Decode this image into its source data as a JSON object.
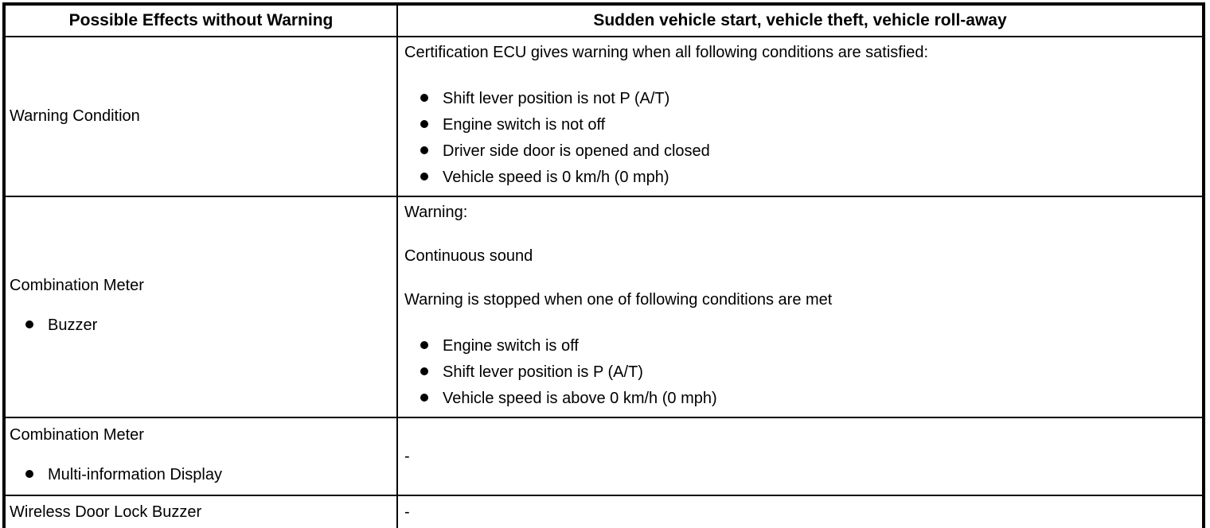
{
  "page": {
    "background": "#ffffff",
    "border_color": "#000000",
    "text_color": "#000000"
  },
  "table": {
    "header": {
      "effects_column": "Possible Effects without Warning",
      "warning_column": "Sudden vehicle start, vehicle theft, vehicle roll-away"
    },
    "rows": [
      {
        "label": "Warning Condition",
        "paragraphs": [
          "Certification ECU gives warning when all following conditions are satisfied:"
        ],
        "bullets": [
          "Shift lever position is not P (A/T)",
          "Engine switch is not off",
          "Driver side door is opened and closed",
          "Vehicle speed is 0 km/h (0 mph)"
        ]
      },
      {
        "label": "Combination Meter",
        "label_bullets": [
          "Buzzer"
        ],
        "paragraphs": [
          "Warning:",
          "Continuous sound",
          "Warning is stopped when one of following conditions are met"
        ],
        "bullets": [
          "Engine switch is off",
          "Shift lever position is P (A/T)",
          "Vehicle speed is above 0 km/h (0 mph)"
        ]
      },
      {
        "label": "Combination Meter",
        "label_bullets": [
          "Multi-information Display"
        ],
        "value": "-"
      },
      {
        "label": "Wireless Door Lock Buzzer",
        "value": "-"
      }
    ]
  }
}
